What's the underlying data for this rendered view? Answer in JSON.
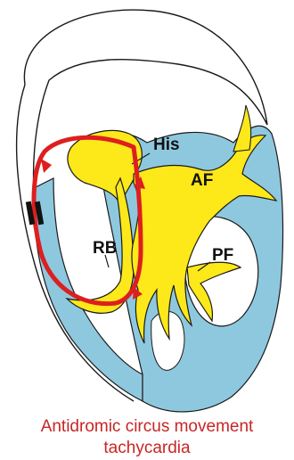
{
  "labels": {
    "his": "His",
    "af": "AF",
    "rb": "RB",
    "pf": "PF"
  },
  "caption": {
    "line1": "Antidromic circus movement",
    "line2": "tachycardia"
  },
  "colors": {
    "ventricle": "#8ec8df",
    "conduction": "#fde81a",
    "circuit": "#dd1f1f",
    "caption": "#c82525",
    "outline": "#1a1a1a"
  }
}
